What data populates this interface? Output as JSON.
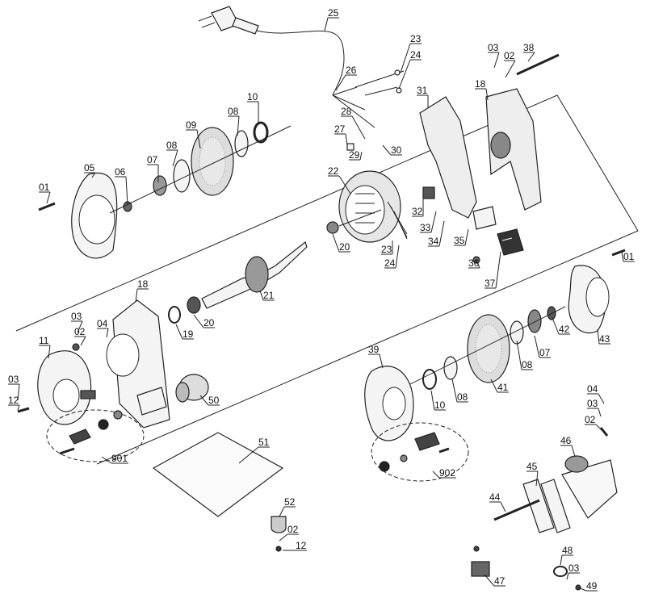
{
  "diagram": {
    "callouts": [
      "01",
      "02",
      "03",
      "04",
      "05",
      "06",
      "07",
      "08",
      "09",
      "10",
      "11",
      "12",
      "18",
      "19",
      "20",
      "21",
      "22",
      "23",
      "24",
      "25",
      "26",
      "27",
      "28",
      "29",
      "30",
      "31",
      "32",
      "33",
      "34",
      "35",
      "36",
      "37",
      "38",
      "39",
      "41",
      "42",
      "43",
      "44",
      "45",
      "46",
      "47",
      "48",
      "49",
      "50",
      "51",
      "52",
      "901",
      "902"
    ]
  }
}
